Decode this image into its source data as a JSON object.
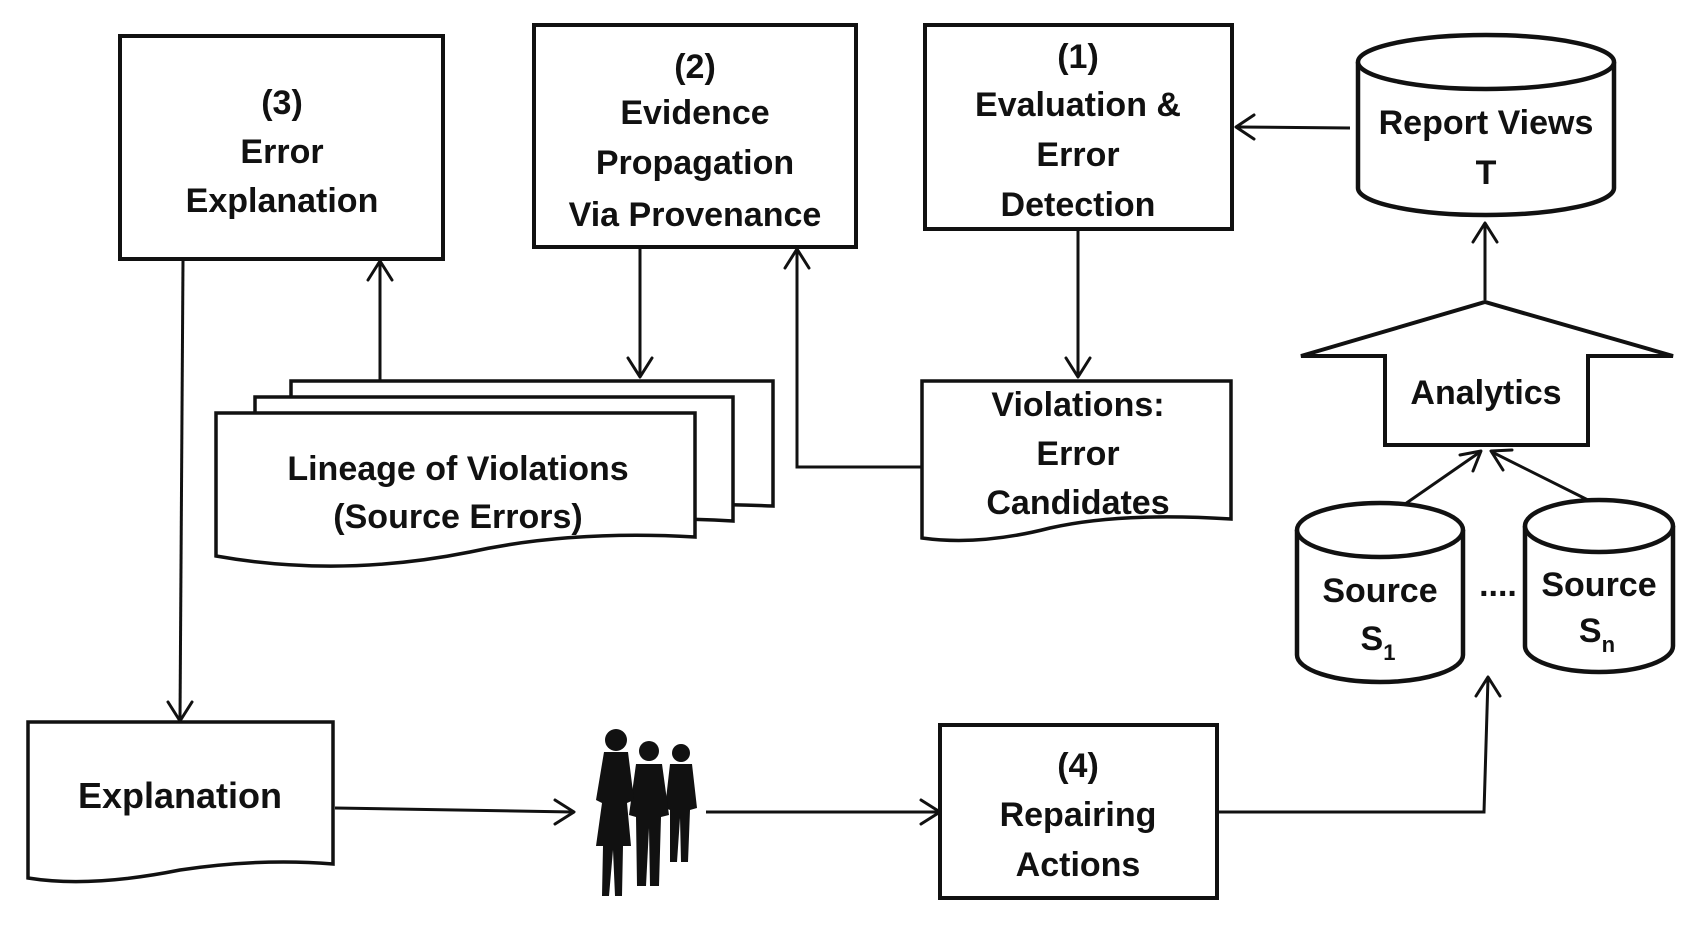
{
  "nodes": {
    "step3": {
      "number": "(3)",
      "line1": "Error",
      "line2": "Explanation"
    },
    "step2": {
      "number": "(2)",
      "line1": "Evidence",
      "line2": "Propagation",
      "line3": "Via Provenance"
    },
    "step1": {
      "number": "(1)",
      "line1": "Evaluation &",
      "line2": "Error",
      "line3": "Detection"
    },
    "report_views": {
      "line1": "Report Views",
      "line2": "T"
    },
    "analytics": {
      "label": "Analytics"
    },
    "source1": {
      "label": "Source",
      "symbol": "S",
      "subscript": "1"
    },
    "source_n": {
      "label": "Source",
      "symbol": "S",
      "subscript": "n"
    },
    "ellipsis": "....",
    "lineage": {
      "line1": "Lineage of Violations",
      "line2": "(Source Errors)"
    },
    "violations": {
      "line1": "Violations:",
      "line2": "Error",
      "line3": "Candidates"
    },
    "explanation": {
      "label": "Explanation"
    },
    "step4": {
      "number": "(4)",
      "line1": "Repairing",
      "line2": "Actions"
    },
    "people": {
      "icon": "people-silhouette-icon"
    }
  }
}
